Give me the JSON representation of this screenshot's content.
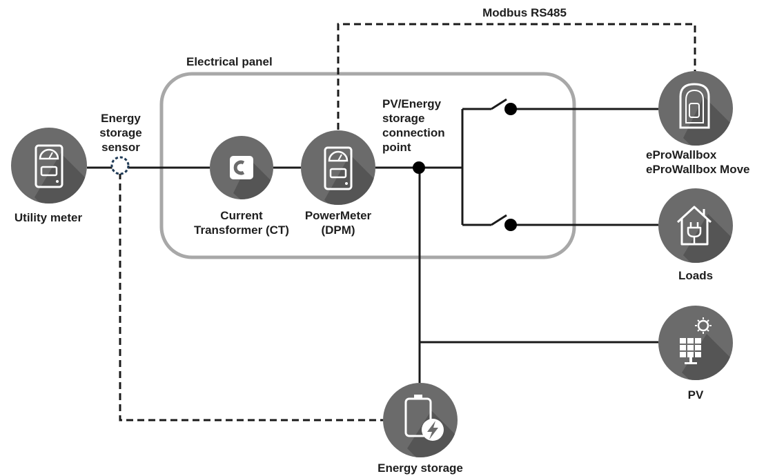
{
  "labels": {
    "modbus": "Modbus RS485",
    "electrical_panel": "Electrical panel",
    "energy_storage_sensor": [
      "Energy",
      "storage",
      "sensor"
    ],
    "utility_meter": "Utility meter",
    "current_transformer": [
      "Current",
      "Transformer (CT)"
    ],
    "power_meter": [
      "PowerMeter",
      "(DPM)"
    ],
    "connection_point": [
      "PV/Energy",
      "storage",
      "connection",
      "point"
    ],
    "wallbox": [
      "eProWallbox",
      "eProWallbox Move"
    ],
    "loads": "Loads",
    "pv": "PV",
    "energy_storage": "Energy storage"
  },
  "icons": {
    "utility_meter": "meter-icon",
    "current_transformer": "current-transformer-icon",
    "power_meter": "meter-icon",
    "wallbox": "ev-charger-icon",
    "loads": "house-plug-icon",
    "pv": "solar-panel-icon",
    "energy_storage": "battery-bolt-icon"
  },
  "colors": {
    "node_fill": "#6b6b6b",
    "node_shadow": "#4e4e4e",
    "panel_border": "#a8a8a8",
    "sensor_ring": "#1f3b57",
    "wire": "#1a1a1a"
  }
}
